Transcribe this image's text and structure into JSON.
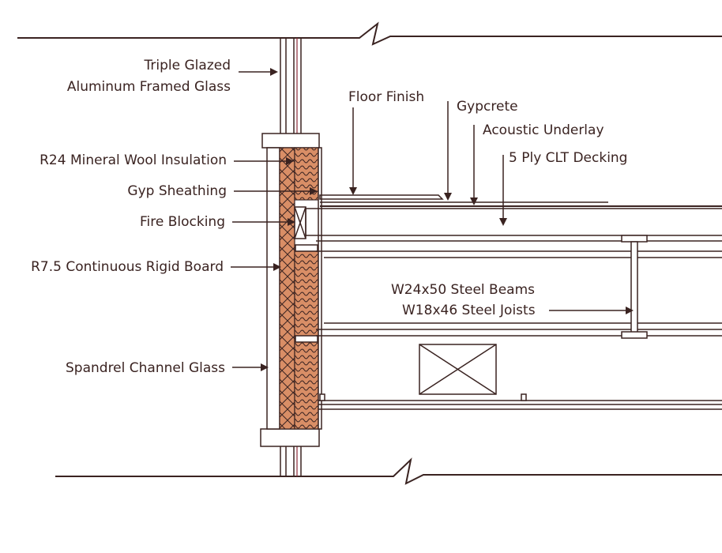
{
  "colors": {
    "line": "#3a2321",
    "insulation": "#d98e66",
    "glass_tint": "#8b2a3a",
    "background": "#ffffff"
  },
  "labels": {
    "triple_glazed_1": "Triple Glazed",
    "triple_glazed_2": "Aluminum Framed Glass",
    "floor_finish": "Floor Finish",
    "gypcrete": "Gypcrete",
    "acoustic_underlay": "Acoustic Underlay",
    "clt_decking": "5 Ply CLT Decking",
    "mineral_wool": "R24 Mineral Wool Insulation",
    "gyp_sheathing": "Gyp Sheathing",
    "fire_blocking": "Fire Blocking",
    "rigid_board": "R7.5 Continuous Rigid Board",
    "steel_beams": "W24x50 Steel Beams",
    "steel_joists": "W18x46 Steel Joists",
    "spandrel_glass": "Spandrel Channel Glass"
  }
}
